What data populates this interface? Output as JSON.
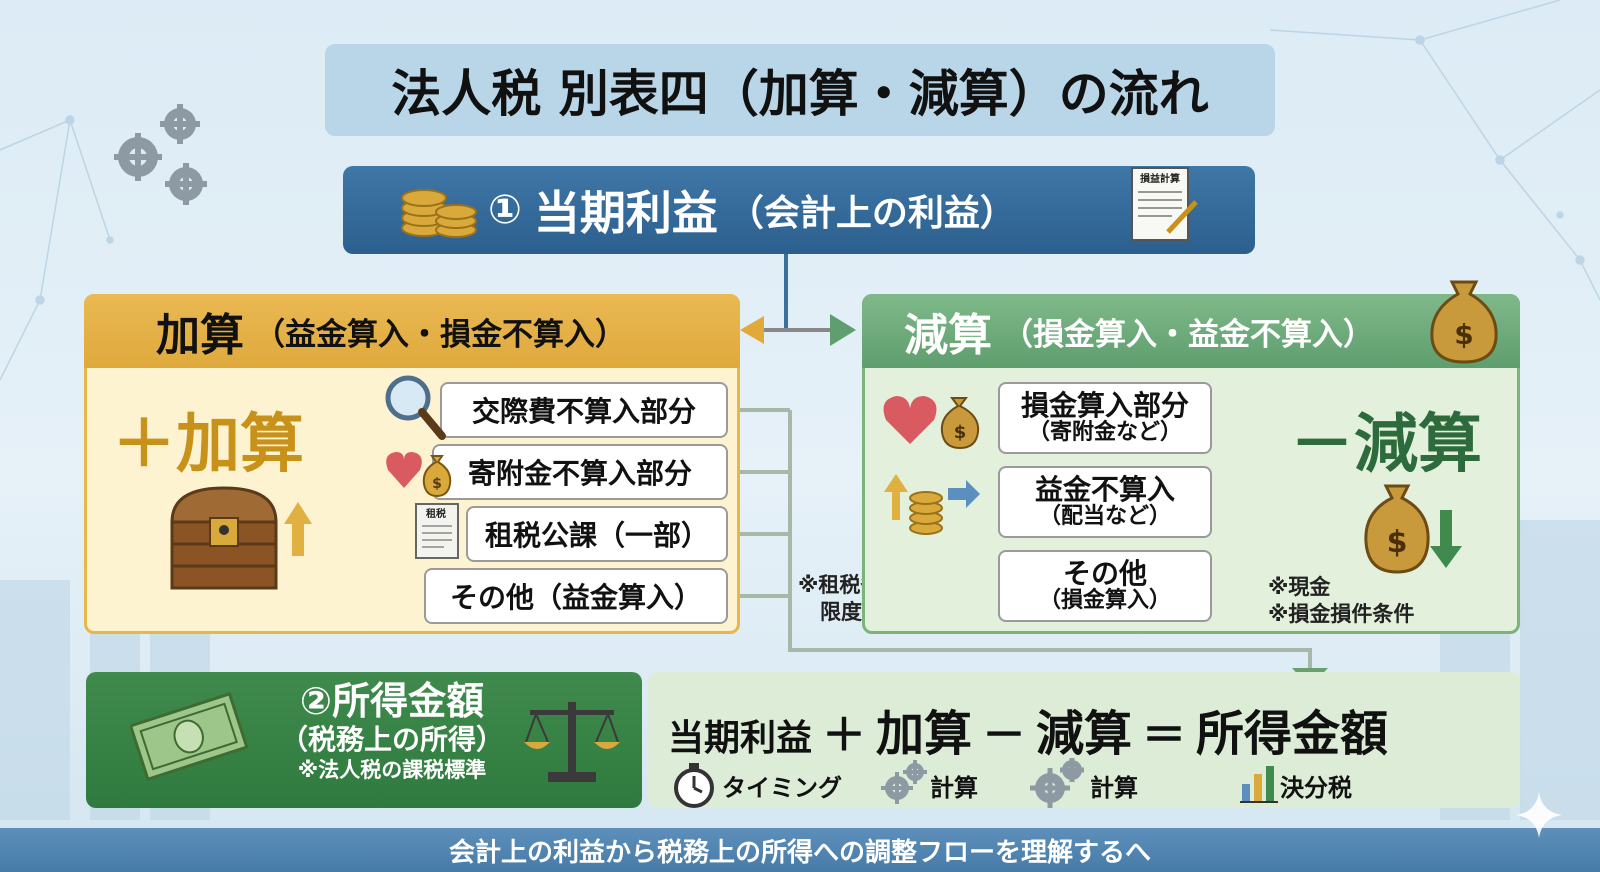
{
  "title": "法人税 別表四（加算・減算）の流れ",
  "profit": {
    "number": "①",
    "main": "当期利益",
    "sub": "（会計上の利益）",
    "doc_label": "損益計算"
  },
  "addition": {
    "header_main": "加算",
    "header_sub": "（益金算入・損金不算入）",
    "big_label": "＋加算",
    "items": [
      "交際費不算入部分",
      "寄附金不算入部分",
      "租税公課（一部）",
      "その他（益金算入）"
    ],
    "tax_doc_label": "租税",
    "note_line1": "※租税条は",
    "note_line2": "限度"
  },
  "subtraction": {
    "header_main": "減算",
    "header_sub": "（損金算入・益金不算入）",
    "big_label": "－減算",
    "items": [
      {
        "main": "損金算入部分",
        "sub": "（寄附金など）"
      },
      {
        "main": "益金不算入",
        "sub": "（配当など）"
      },
      {
        "main": "その他",
        "sub": "（損金算入）"
      }
    ],
    "note_line1": "※現金",
    "note_line2": "※損金損件条件"
  },
  "income": {
    "title": "②所得金額",
    "sub": "（税務上の所得）",
    "note": "※法人税の課税標準"
  },
  "formula": {
    "term1": "当期利益",
    "op1": "＋",
    "term2": "加算",
    "op2": "－",
    "term3": "減算",
    "op3": "＝",
    "term4": "所得金額"
  },
  "legend": [
    "タイミング",
    "計算",
    "計算",
    "決分税"
  ],
  "footer": "会計上の利益から税務上の所得への調整フローを理解するへ",
  "colors": {
    "add_accent": "#e6b84c",
    "sub_accent": "#6aa878",
    "profit_blue": "#2f6596",
    "income_green": "#3a8547",
    "footer_blue": "#5588b4"
  },
  "icons": {
    "gears": "gears-icon",
    "coins": "coin-stack-icon",
    "document": "document-pen-icon",
    "money_bag": "money-bag-icon",
    "magnifier": "magnifier-icon",
    "heart": "heart-icon",
    "treasure": "treasure-chest-icon",
    "cash": "banknote-icon",
    "scale": "balance-scale-icon",
    "stopwatch": "stopwatch-icon",
    "chart": "bar-chart-icon"
  }
}
